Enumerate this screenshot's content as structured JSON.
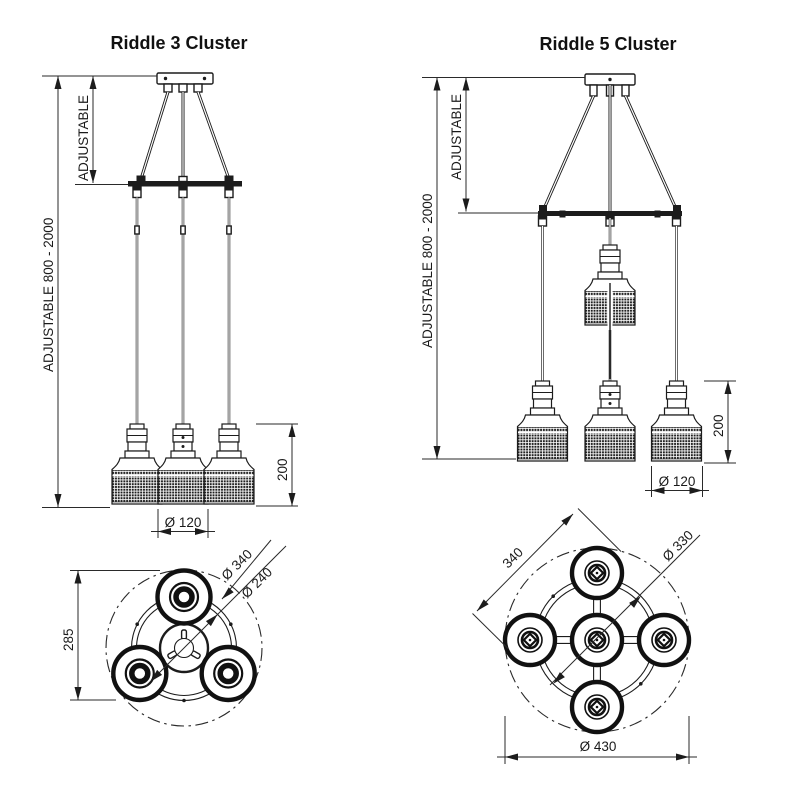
{
  "drawing": {
    "title_left": "Riddle 3 Cluster",
    "title_right": "Riddle 5 Cluster"
  },
  "front_left": {
    "adjustable_range": "ADJUSTABLE 800 - 2000",
    "adjustable": "ADJUSTABLE",
    "shade_height": "200",
    "shade_diameter": "Ø 120"
  },
  "front_right": {
    "adjustable_range": "ADJUSTABLE 800 - 2000",
    "adjustable": "ADJUSTABLE",
    "shade_height": "200",
    "shade_diameter": "Ø 120"
  },
  "plan_left": {
    "cluster_height": "285",
    "outer_diameter": "Ø 340",
    "ring_diameter": "Ø 240"
  },
  "plan_right": {
    "lamp_pitch": "340",
    "ring_diameter": "Ø 330",
    "outer_diameter": "Ø 430"
  },
  "colors": {
    "line": "#1c1c1c",
    "background": "#ffffff"
  }
}
